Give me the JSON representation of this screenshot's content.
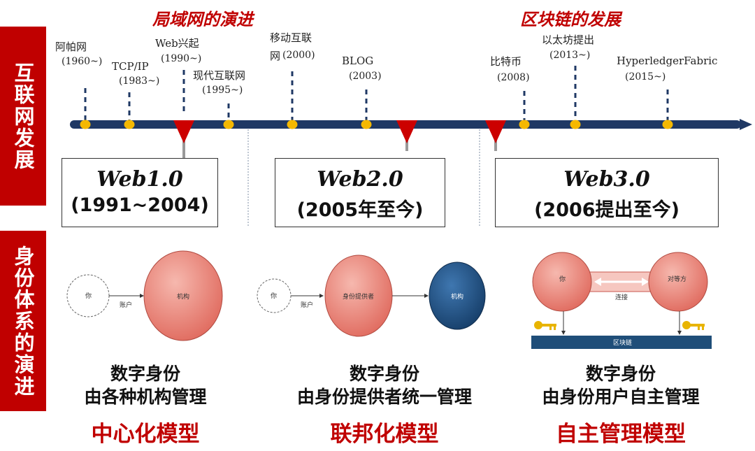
{
  "sidebar": {
    "internet": "互联网发展",
    "identity": "身份体系的演进"
  },
  "eras": {
    "lan": "局域网的演进",
    "blockchain": "区块链的发展"
  },
  "events": [
    {
      "label": "阿帕网",
      "year": "(1960~)"
    },
    {
      "label": "TCP/IP",
      "year": "(1983~)"
    },
    {
      "label": "Web兴起",
      "year": "(1990~)"
    },
    {
      "label": "现代互联网",
      "year": "(1995~)"
    },
    {
      "label": "移动互联",
      "label2": "网",
      "year": "(2000)"
    },
    {
      "label": "BLOG",
      "year": "(2003)"
    },
    {
      "label": "比特币",
      "year": "(2008)"
    },
    {
      "label": "以太坊提出",
      "year": "(2013~)"
    },
    {
      "label": "HyperledgerFabric",
      "year": "(2015~)"
    }
  ],
  "web": [
    {
      "name": "Web1.0",
      "period": "(1991~2004)"
    },
    {
      "name": "Web2.0",
      "period": "(2005年至今)"
    },
    {
      "name": "Web3.0",
      "period": "(2006提出至今)"
    }
  ],
  "diagrams": {
    "central": {
      "you": "你",
      "account": "账户",
      "org": "机构"
    },
    "federated": {
      "you": "你",
      "account": "账户",
      "provider": "身份提供者",
      "org": "机构"
    },
    "self": {
      "you": "你",
      "connect": "连接",
      "peer": "对等方",
      "chain": "区块链"
    }
  },
  "descriptions": [
    {
      "line1": "数字身份",
      "line2": "由各种机构管理",
      "model": "中心化模型"
    },
    {
      "line1": "数字身份",
      "line2": "由身份提供者统一管理",
      "model": "联邦化模型"
    },
    {
      "line1": "数字身份",
      "line2": "由身份用户自主管理",
      "model": "自主管理模型"
    }
  ],
  "colors": {
    "accent": "#c00000",
    "timeline": "#1f3864",
    "dot": "#f5b800",
    "circle": "#e8857a",
    "org_blue": "#1f4e79"
  }
}
